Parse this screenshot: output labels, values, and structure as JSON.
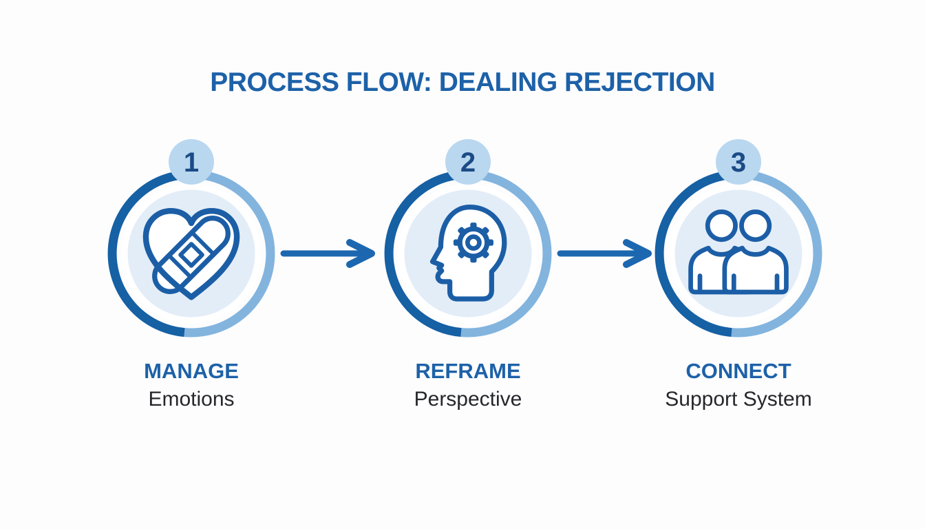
{
  "title": "PROCESS FLOW: DEALING REJECTION",
  "colors": {
    "title_blue": "#1d61a8",
    "ring_dark": "#1660a4",
    "ring_light": "#82b4de",
    "inner_disc": "#e3edf7",
    "badge_bg": "#b9d7ef",
    "badge_number": "#1b4b86",
    "icon_stroke": "#1c5ea6",
    "arrow": "#1c67b0",
    "sublabel_text": "#26272b",
    "background": "#fdfdfe"
  },
  "steps": [
    {
      "number": "1",
      "label": "MANAGE",
      "sublabel": "Emotions",
      "icon": "bandaged-heart-icon"
    },
    {
      "number": "2",
      "label": "REFRAME",
      "sublabel": "Perspective",
      "icon": "head-gear-icon"
    },
    {
      "number": "3",
      "label": "CONNECT",
      "sublabel": "Support System",
      "icon": "support-people-icon"
    }
  ]
}
